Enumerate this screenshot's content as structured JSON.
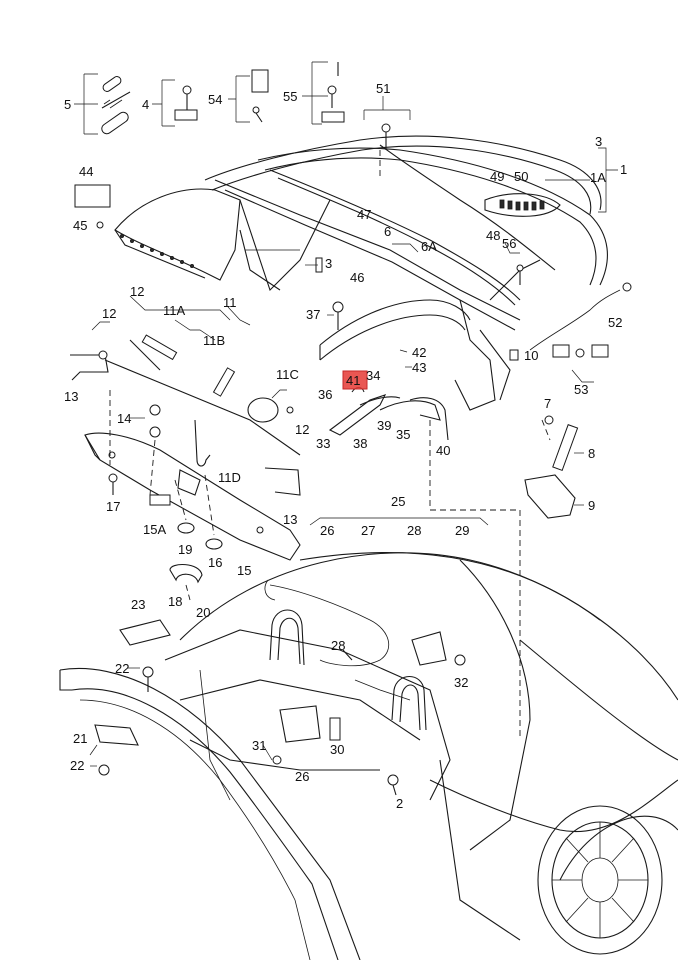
{
  "diagram": {
    "highlight_color": "#e53935",
    "highlighted_part": "41",
    "labels": {
      "p1": "1",
      "p1A": "1A",
      "p2": "2",
      "p3": "3",
      "p3b": "3",
      "p4": "4",
      "p5": "5",
      "p6": "6",
      "p6A": "6A",
      "p7": "7",
      "p8": "8",
      "p9": "9",
      "p10": "10",
      "p11": "11",
      "p11A": "11A",
      "p11B": "11B",
      "p11C": "11C",
      "p11D": "11D",
      "p12": "12",
      "p12b": "12",
      "p12c": "12",
      "p13": "13",
      "p13b": "13",
      "p14": "14",
      "p15": "15",
      "p15A": "15A",
      "p16": "16",
      "p17": "17",
      "p18": "18",
      "p19": "19",
      "p20": "20",
      "p21": "21",
      "p22": "22",
      "p22b": "22",
      "p23": "23",
      "p25": "25",
      "p26": "26",
      "p26b": "26",
      "p27": "27",
      "p28": "28",
      "p28b": "28",
      "p29": "29",
      "p30": "30",
      "p31": "31",
      "p32": "32",
      "p33": "33",
      "p34": "34",
      "p35": "35",
      "p36": "36",
      "p37": "37",
      "p38": "38",
      "p39": "39",
      "p40": "40",
      "p41": "41",
      "p42": "42",
      "p43": "43",
      "p44": "44",
      "p45": "45",
      "p46": "46",
      "p47": "47",
      "p48": "48",
      "p49": "49",
      "p50": "50",
      "p51": "51",
      "p52": "52",
      "p53": "53",
      "p54": "54",
      "p55": "55",
      "p56": "56"
    }
  }
}
